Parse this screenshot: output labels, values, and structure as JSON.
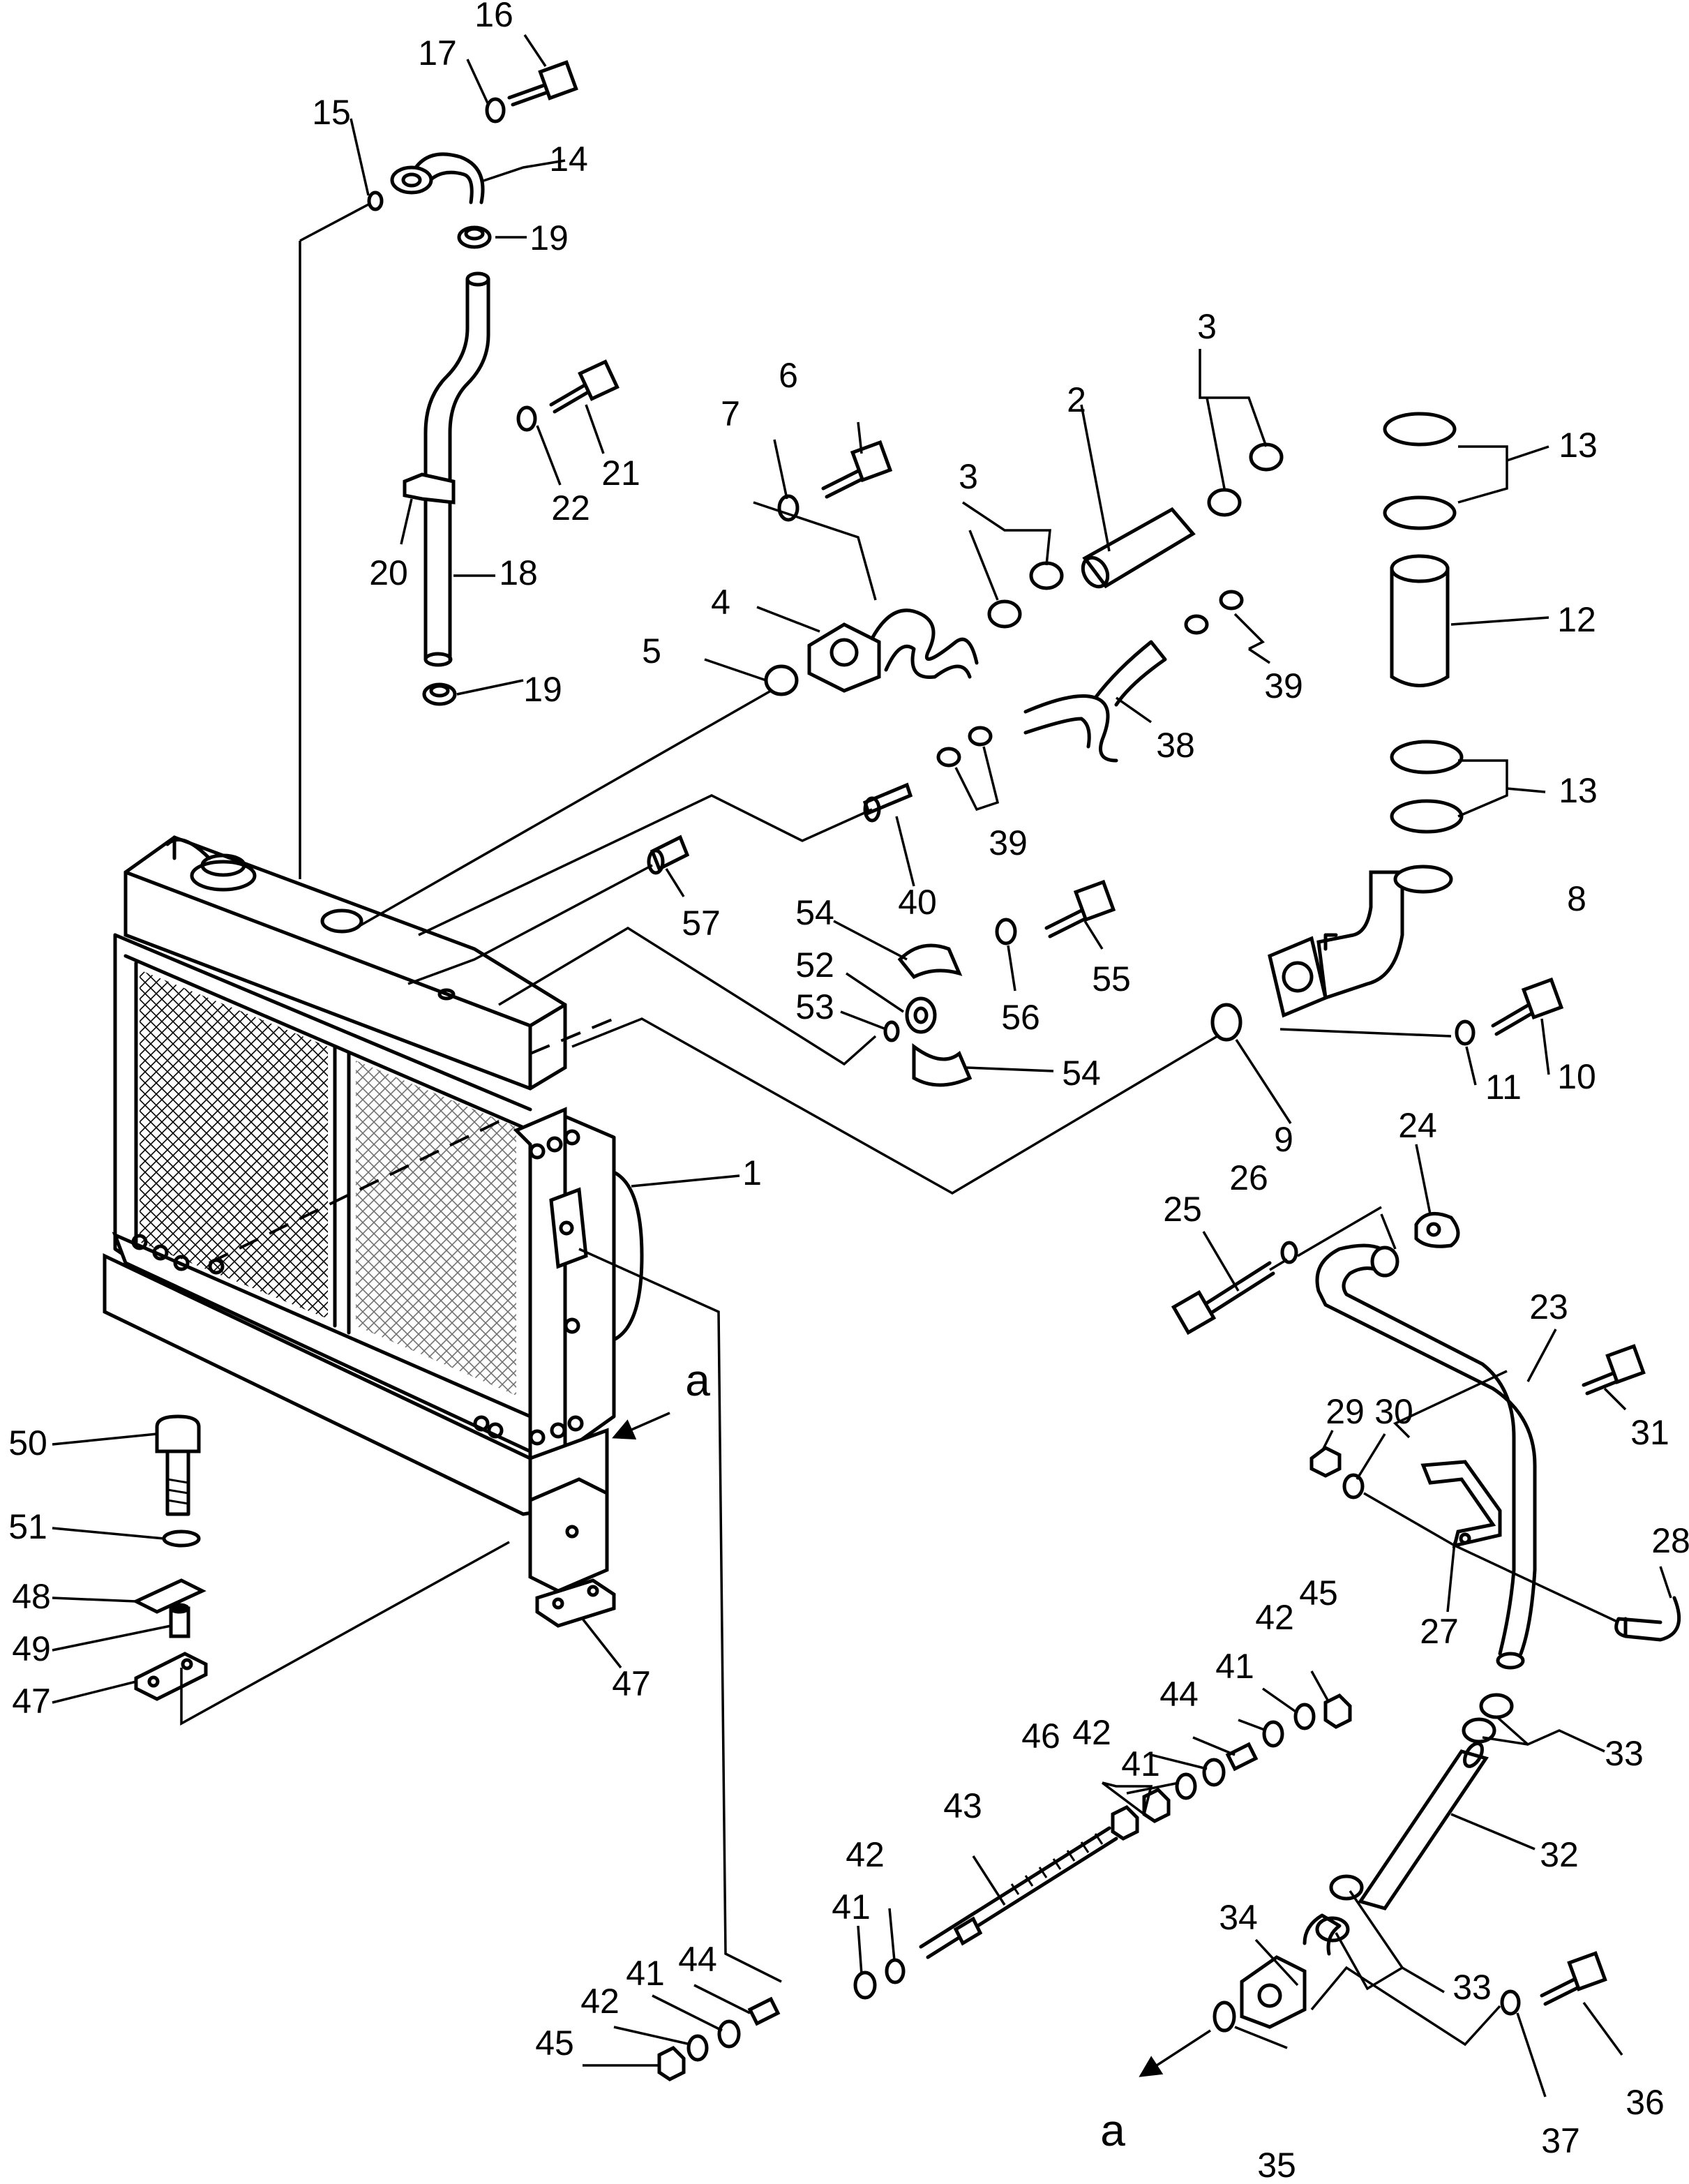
{
  "part_labels": [
    {
      "id": "1",
      "text": "1"
    },
    {
      "id": "2",
      "text": "2"
    },
    {
      "id": "3a",
      "text": "3"
    },
    {
      "id": "3b",
      "text": "3"
    },
    {
      "id": "4",
      "text": "4"
    },
    {
      "id": "5",
      "text": "5"
    },
    {
      "id": "6",
      "text": "6"
    },
    {
      "id": "7",
      "text": "7"
    },
    {
      "id": "8",
      "text": "8"
    },
    {
      "id": "9",
      "text": "9"
    },
    {
      "id": "10",
      "text": "10"
    },
    {
      "id": "11",
      "text": "11"
    },
    {
      "id": "12",
      "text": "12"
    },
    {
      "id": "13a",
      "text": "13"
    },
    {
      "id": "13b",
      "text": "13"
    },
    {
      "id": "14",
      "text": "14"
    },
    {
      "id": "15",
      "text": "15"
    },
    {
      "id": "16",
      "text": "16"
    },
    {
      "id": "17",
      "text": "17"
    },
    {
      "id": "18",
      "text": "18"
    },
    {
      "id": "19a",
      "text": "19"
    },
    {
      "id": "19b",
      "text": "19"
    },
    {
      "id": "20",
      "text": "20"
    },
    {
      "id": "21",
      "text": "21"
    },
    {
      "id": "22",
      "text": "22"
    },
    {
      "id": "23",
      "text": "23"
    },
    {
      "id": "24",
      "text": "24"
    },
    {
      "id": "25",
      "text": "25"
    },
    {
      "id": "26",
      "text": "26"
    },
    {
      "id": "27",
      "text": "27"
    },
    {
      "id": "28",
      "text": "28"
    },
    {
      "id": "29",
      "text": "29"
    },
    {
      "id": "30",
      "text": "30"
    },
    {
      "id": "31",
      "text": "31"
    },
    {
      "id": "32",
      "text": "32"
    },
    {
      "id": "33a",
      "text": "33"
    },
    {
      "id": "33b",
      "text": "33"
    },
    {
      "id": "34",
      "text": "34"
    },
    {
      "id": "35",
      "text": "35"
    },
    {
      "id": "36",
      "text": "36"
    },
    {
      "id": "37",
      "text": "37"
    },
    {
      "id": "38",
      "text": "38"
    },
    {
      "id": "39a",
      "text": "39"
    },
    {
      "id": "39b",
      "text": "39"
    },
    {
      "id": "40",
      "text": "40"
    },
    {
      "id": "41a",
      "text": "41"
    },
    {
      "id": "41b",
      "text": "41"
    },
    {
      "id": "41c",
      "text": "41"
    },
    {
      "id": "41d",
      "text": "41"
    },
    {
      "id": "42a",
      "text": "42"
    },
    {
      "id": "42b",
      "text": "42"
    },
    {
      "id": "42c",
      "text": "42"
    },
    {
      "id": "42d",
      "text": "42"
    },
    {
      "id": "43",
      "text": "43"
    },
    {
      "id": "44a",
      "text": "44"
    },
    {
      "id": "44b",
      "text": "44"
    },
    {
      "id": "45a",
      "text": "45"
    },
    {
      "id": "45b",
      "text": "45"
    },
    {
      "id": "46",
      "text": "46"
    },
    {
      "id": "47a",
      "text": "47"
    },
    {
      "id": "47b",
      "text": "47"
    },
    {
      "id": "48",
      "text": "48"
    },
    {
      "id": "49",
      "text": "49"
    },
    {
      "id": "50",
      "text": "50"
    },
    {
      "id": "51",
      "text": "51"
    },
    {
      "id": "52",
      "text": "52"
    },
    {
      "id": "53",
      "text": "53"
    },
    {
      "id": "54a",
      "text": "54"
    },
    {
      "id": "54b",
      "text": "54"
    },
    {
      "id": "55",
      "text": "55"
    },
    {
      "id": "56",
      "text": "56"
    },
    {
      "id": "57",
      "text": "57"
    }
  ],
  "reference_marks": [
    {
      "id": "a1",
      "text": "a"
    },
    {
      "id": "a2",
      "text": "a"
    }
  ]
}
